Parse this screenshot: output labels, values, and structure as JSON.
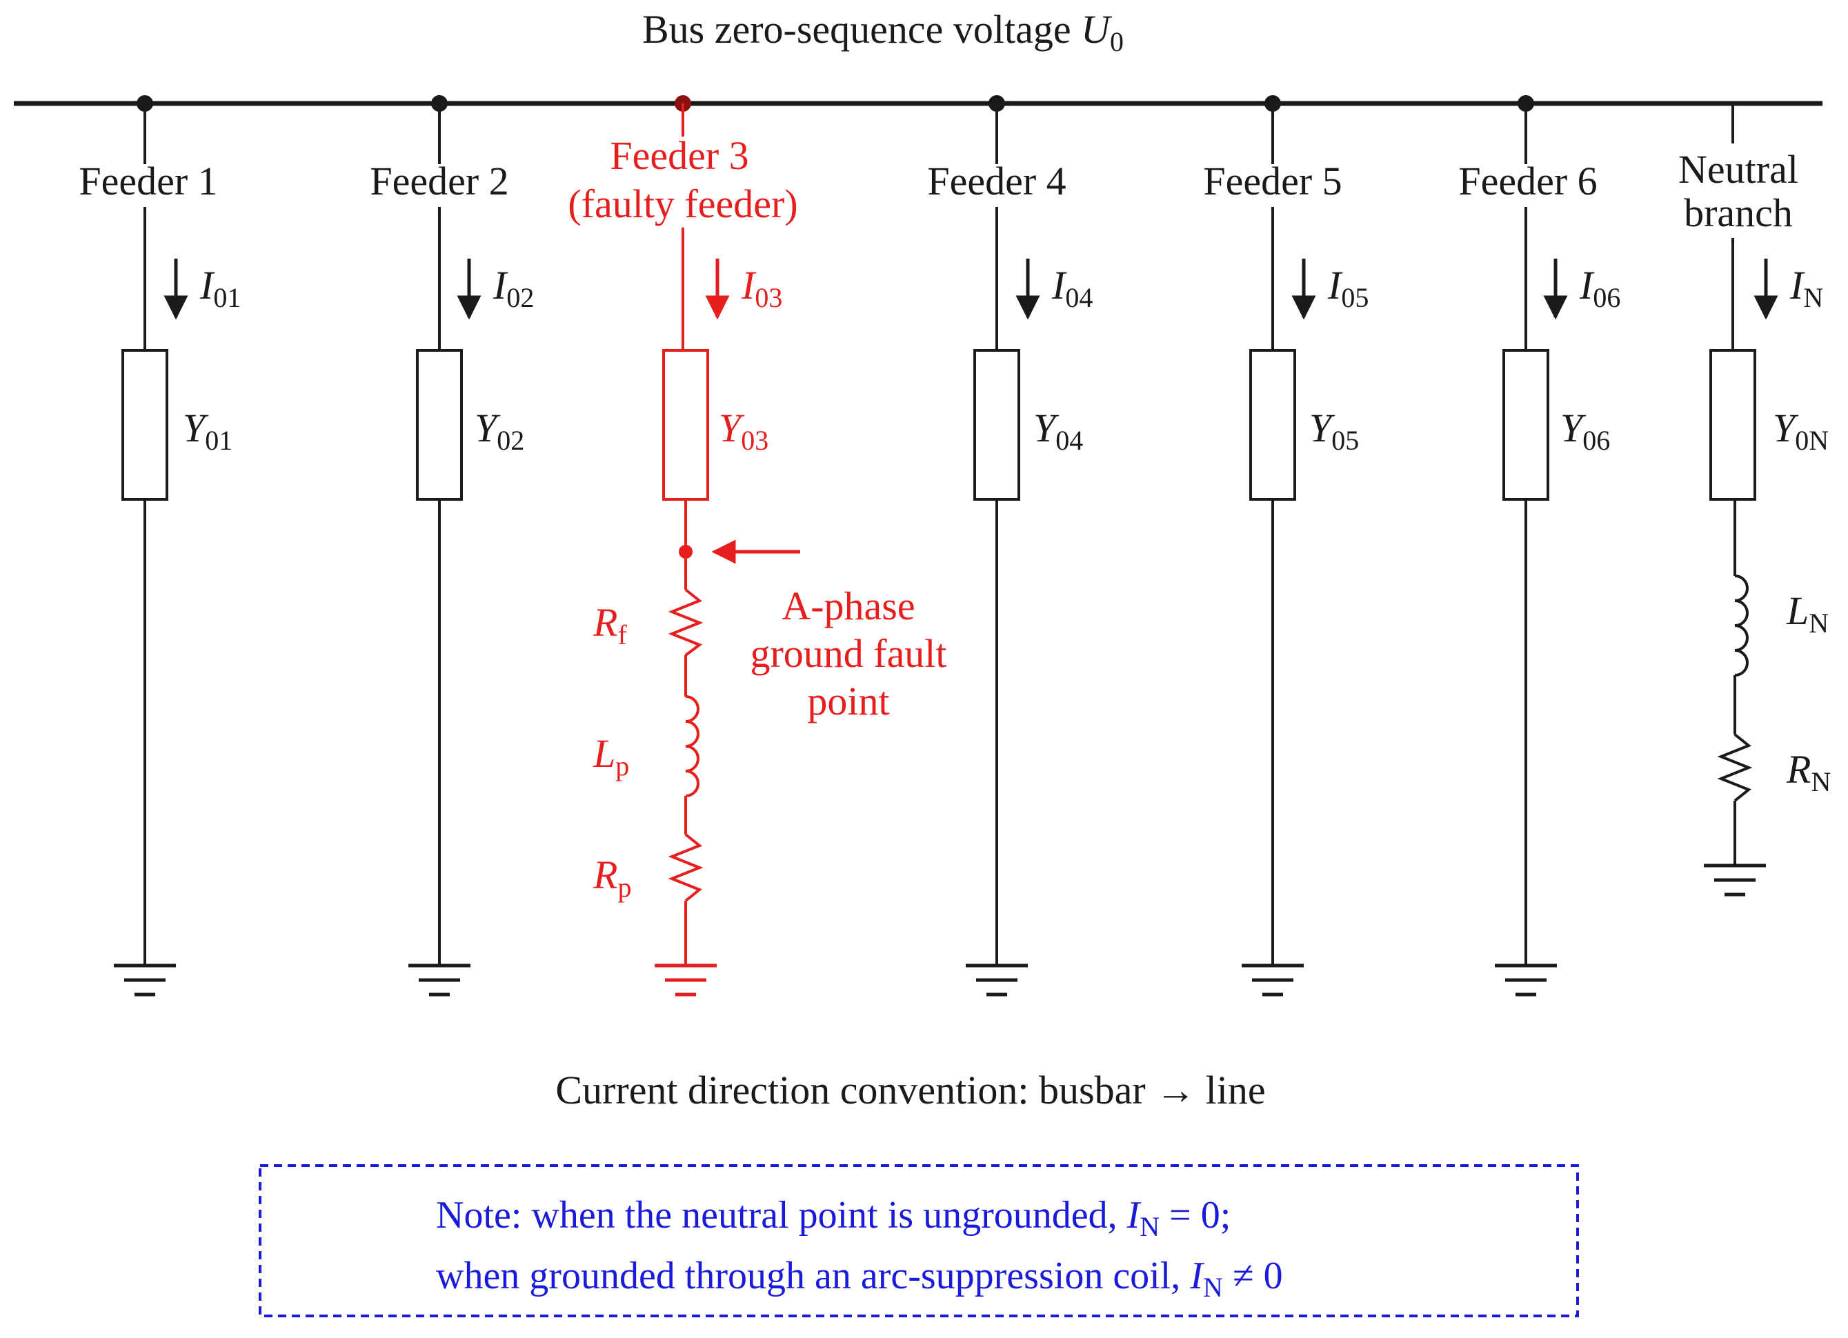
{
  "title": {
    "text": "Bus zero-sequence voltage ",
    "symbol": "U",
    "sub": "0"
  },
  "colors": {
    "normal": "#1a1a1a",
    "fault": "#e61e1e",
    "note": "#1a1adb"
  },
  "feeders": [
    {
      "label": "Feeder 1",
      "current": {
        "sym": "I",
        "sub": "01"
      },
      "admittance": {
        "sym": "Y",
        "sub": "01"
      }
    },
    {
      "label": "Feeder 2",
      "current": {
        "sym": "I",
        "sub": "02"
      },
      "admittance": {
        "sym": "Y",
        "sub": "02"
      }
    },
    {
      "label": "Feeder 3",
      "label2": "(faulty feeder)",
      "current": {
        "sym": "I",
        "sub": "03"
      },
      "admittance": {
        "sym": "Y",
        "sub": "03"
      },
      "faulty": true
    },
    {
      "label": "Feeder 4",
      "current": {
        "sym": "I",
        "sub": "04"
      },
      "admittance": {
        "sym": "Y",
        "sub": "04"
      }
    },
    {
      "label": "Feeder 5",
      "current": {
        "sym": "I",
        "sub": "05"
      },
      "admittance": {
        "sym": "Y",
        "sub": "05"
      }
    },
    {
      "label": "Feeder 6",
      "current": {
        "sym": "I",
        "sub": "06"
      },
      "admittance": {
        "sym": "Y",
        "sub": "06"
      }
    }
  ],
  "neutral": {
    "label": "Neutral",
    "label2": "branch",
    "current": {
      "sym": "I",
      "sub": "N"
    },
    "admittance": {
      "sym": "Y",
      "sub": "0N"
    },
    "inductor": {
      "sym": "L",
      "sub": "N"
    },
    "resistor": {
      "sym": "R",
      "sub": "N"
    }
  },
  "fault": {
    "rf": {
      "sym": "R",
      "sub": "f"
    },
    "lp": {
      "sym": "L",
      "sub": "p"
    },
    "rp": {
      "sym": "R",
      "sub": "p"
    },
    "point_label": [
      "A-phase",
      "ground fault",
      "point"
    ]
  },
  "convention": "Current direction convention: busbar → line",
  "note": {
    "line1_a": "Note: when the neutral point is ungrounded, ",
    "line1_sym": "I",
    "line1_sub": "N",
    "line1_b": " = 0;",
    "line2_a": "when grounded through an arc-suppression coil, ",
    "line2_sym": "I",
    "line2_sub": "N",
    "line2_b": " ≠ 0"
  }
}
